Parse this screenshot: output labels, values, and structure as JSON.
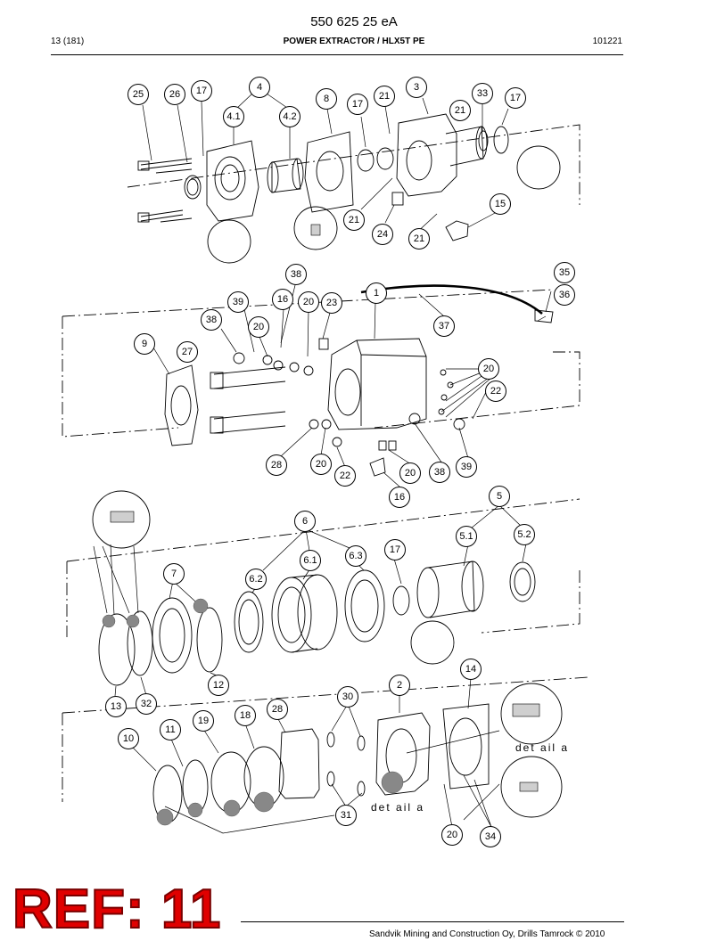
{
  "document": {
    "number": "550 625 25 eA",
    "page": "13 (181)",
    "title": "POWER EXTRACTOR / HLX5T PE",
    "date_code": "101221"
  },
  "detail_labels": [
    "det ail  a",
    "det ail  a"
  ],
  "callouts": [
    {
      "label": "25"
    },
    {
      "label": "26"
    },
    {
      "label": "17"
    },
    {
      "label": "4"
    },
    {
      "label": "4.1"
    },
    {
      "label": "4.2"
    },
    {
      "label": "8"
    },
    {
      "label": "17"
    },
    {
      "label": "21"
    },
    {
      "label": "3"
    },
    {
      "label": "21"
    },
    {
      "label": "33"
    },
    {
      "label": "17"
    },
    {
      "label": "21"
    },
    {
      "label": "24"
    },
    {
      "label": "21"
    },
    {
      "label": "15"
    },
    {
      "label": "38"
    },
    {
      "label": "35"
    },
    {
      "label": "36"
    },
    {
      "label": "39"
    },
    {
      "label": "16"
    },
    {
      "label": "20"
    },
    {
      "label": "23"
    },
    {
      "label": "1"
    },
    {
      "label": "37"
    },
    {
      "label": "38"
    },
    {
      "label": "20"
    },
    {
      "label": "9"
    },
    {
      "label": "27"
    },
    {
      "label": "20"
    },
    {
      "label": "22"
    },
    {
      "label": "28"
    },
    {
      "label": "20"
    },
    {
      "label": "22"
    },
    {
      "label": "20"
    },
    {
      "label": "38"
    },
    {
      "label": "39"
    },
    {
      "label": "16"
    },
    {
      "label": "5"
    },
    {
      "label": "6"
    },
    {
      "label": "5.1"
    },
    {
      "label": "5.2"
    },
    {
      "label": "17"
    },
    {
      "label": "6.3"
    },
    {
      "label": "6.1"
    },
    {
      "label": "7"
    },
    {
      "label": "6.2"
    },
    {
      "label": "12"
    },
    {
      "label": "13"
    },
    {
      "label": "32"
    },
    {
      "label": "14"
    },
    {
      "label": "2"
    },
    {
      "label": "30"
    },
    {
      "label": "28"
    },
    {
      "label": "18"
    },
    {
      "label": "19"
    },
    {
      "label": "11"
    },
    {
      "label": "10"
    },
    {
      "label": "31"
    },
    {
      "label": "20"
    },
    {
      "label": "34"
    }
  ],
  "stamp": "REF: 11",
  "footer": "Sandvik Mining and Construction Oy, Drills Tamrock © 2010"
}
